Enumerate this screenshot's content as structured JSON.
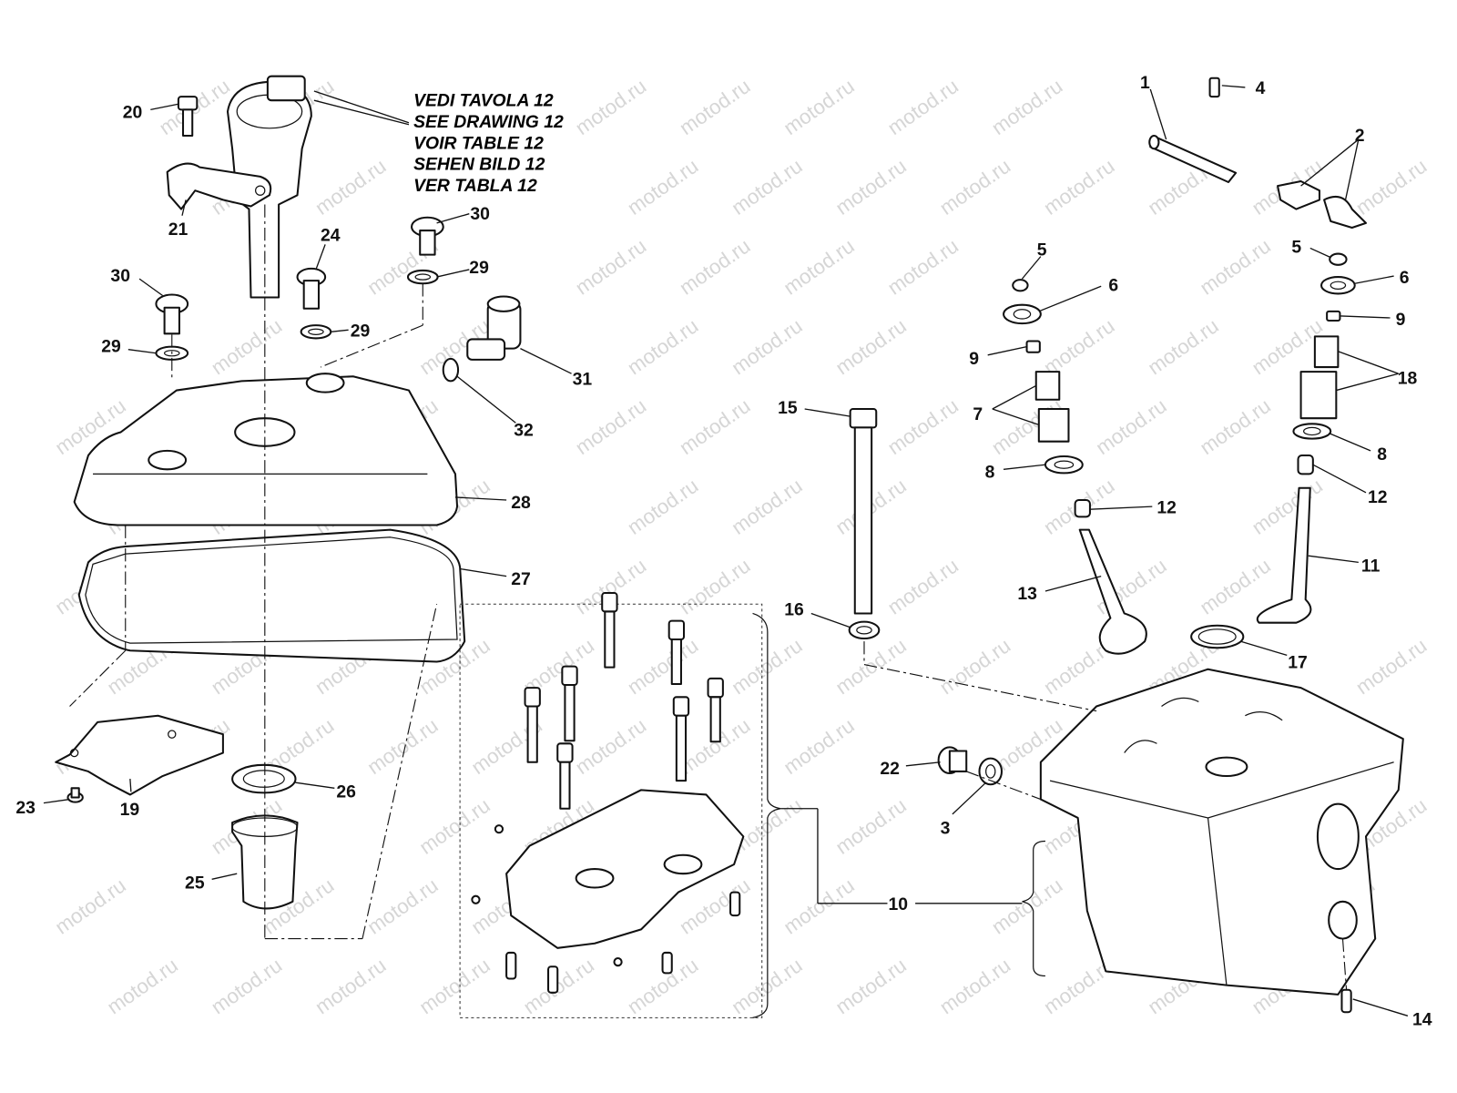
{
  "watermark": "motod.ru",
  "note": {
    "lines": [
      "VEDI TAVOLA 12",
      "SEE DRAWING 12",
      "VOIR TABLE 12",
      "SEHEN BILD 12",
      "VER TABLA 12"
    ]
  },
  "callouts": {
    "c20": "20",
    "c21": "21",
    "c24": "24",
    "c30a": "30",
    "c30b": "30",
    "c29a": "29",
    "c29b": "29",
    "c29c": "29",
    "c31": "31",
    "c32": "32",
    "c28": "28",
    "c27": "27",
    "c26": "26",
    "c23": "23",
    "c19": "19",
    "c25": "25",
    "c1": "1",
    "c4": "4",
    "c2": "2",
    "c5a": "5",
    "c6a": "6",
    "c9a": "9",
    "c7": "7",
    "c8a": "8",
    "c12a": "12",
    "c13": "13",
    "c15": "15",
    "c16": "16",
    "c5b": "5",
    "c6b": "6",
    "c9b": "9",
    "c18": "18",
    "c8b": "8",
    "c12b": "12",
    "c11": "11",
    "c17": "17",
    "c22": "22",
    "c3": "3",
    "c10": "10",
    "c14": "14"
  }
}
